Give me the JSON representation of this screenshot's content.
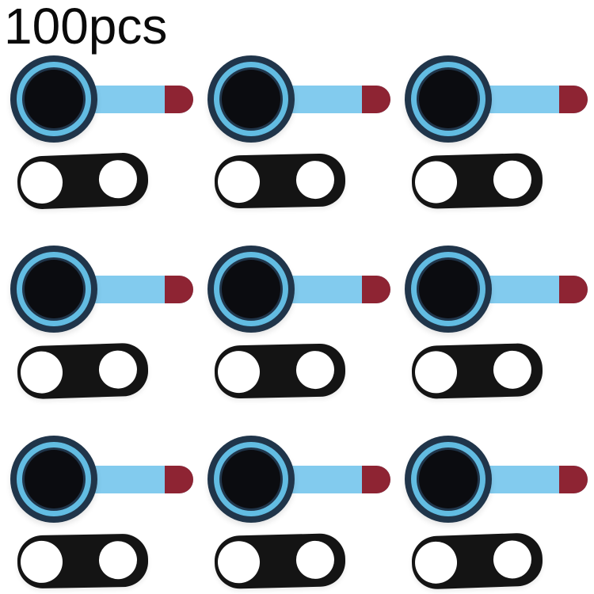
{
  "title": {
    "label": "100pcs"
  },
  "grid": {
    "rows": 3,
    "cols": 3,
    "unit_count": 9
  },
  "unit": {
    "lens_sticker_name": "camera-lens-sticker-with-pull-tab",
    "lens_cover_name": "rear-camera-glass-lens-cover"
  },
  "colors": {
    "background": "#ffffff",
    "title_text": "#0a0a0a",
    "lens_outer_ring": "#20354a",
    "lens_blue_ring": "#62bce2",
    "lens_center": "#0b0c10",
    "tab_blue": "#82cbee",
    "tab_tip_red": "#8e2433",
    "cover_black": "#141414",
    "hole_white": "#ffffff"
  }
}
